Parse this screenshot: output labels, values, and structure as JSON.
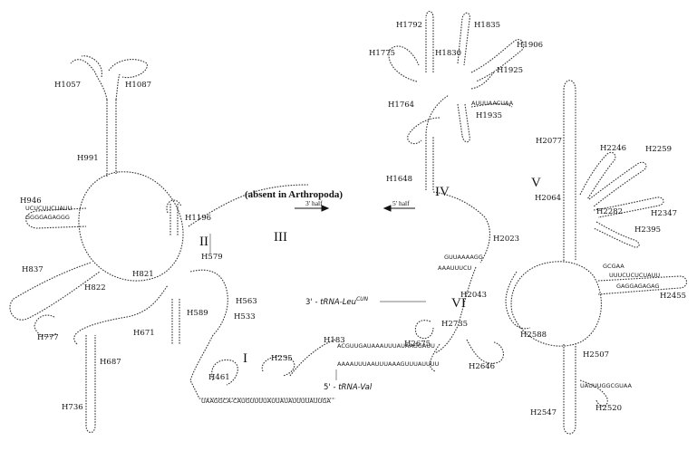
{
  "labels": [
    {
      "id": "H1057",
      "text": "H1057"
    },
    {
      "id": "H1087",
      "text": "H1087"
    },
    {
      "id": "H991",
      "text": "H991"
    },
    {
      "id": "H946",
      "text": "H946"
    },
    {
      "id": "H1196",
      "text": "H1196"
    },
    {
      "id": "H579",
      "text": "H579"
    },
    {
      "id": "H821",
      "text": "H821"
    },
    {
      "id": "H822",
      "text": "H822"
    },
    {
      "id": "H837",
      "text": "H837"
    },
    {
      "id": "H777",
      "text": "H777"
    },
    {
      "id": "H671",
      "text": "H671"
    },
    {
      "id": "H589",
      "text": "H589"
    },
    {
      "id": "H563",
      "text": "H563"
    },
    {
      "id": "H533",
      "text": "H533"
    },
    {
      "id": "H687",
      "text": "H687"
    },
    {
      "id": "H736",
      "text": "H736"
    },
    {
      "id": "H461",
      "text": "H461"
    },
    {
      "id": "H235",
      "text": "H235"
    },
    {
      "id": "H183",
      "text": "H183"
    },
    {
      "id": "H1792",
      "text": "H1792"
    },
    {
      "id": "H1835",
      "text": "H1835"
    },
    {
      "id": "H1775",
      "text": "H1775"
    },
    {
      "id": "H1830",
      "text": "H1830"
    },
    {
      "id": "H1906",
      "text": "H1906"
    },
    {
      "id": "H1925",
      "text": "H1925"
    },
    {
      "id": "H1764",
      "text": "H1764"
    },
    {
      "id": "H1935",
      "text": "H1935"
    },
    {
      "id": "H1648",
      "text": "H1648"
    },
    {
      "id": "H2077",
      "text": "H2077"
    },
    {
      "id": "H2246",
      "text": "H2246"
    },
    {
      "id": "H2259",
      "text": "H2259"
    },
    {
      "id": "H2064",
      "text": "H2064"
    },
    {
      "id": "H2282",
      "text": "H2282"
    },
    {
      "id": "H2347",
      "text": "H2347"
    },
    {
      "id": "H2395",
      "text": "H2395"
    },
    {
      "id": "H2023",
      "text": "H2023"
    },
    {
      "id": "H2043",
      "text": "H2043"
    },
    {
      "id": "H2455",
      "text": "H2455"
    },
    {
      "id": "H2735",
      "text": "H2735"
    },
    {
      "id": "H2675",
      "text": "H2675"
    },
    {
      "id": "H2588",
      "text": "H2588"
    },
    {
      "id": "H2646",
      "text": "H2646"
    },
    {
      "id": "H2507",
      "text": "H2507"
    },
    {
      "id": "H2547",
      "text": "H2547"
    },
    {
      "id": "H2520",
      "text": "H2520"
    }
  ],
  "domains": {
    "I": "I",
    "II": "II",
    "III": "III",
    "IV": "IV",
    "V": "V",
    "VI": "VI"
  },
  "annotations": {
    "absent": "(absent in Arthropoda)",
    "half3": "3' half",
    "half5": "5' half"
  },
  "trna": {
    "leu_prefix": "3' - ",
    "leu_name": "tRNA-Leu",
    "leu_sup": "CUN",
    "val_prefix": "5' - ",
    "val_name": "tRNA-Val"
  },
  "sequences": {
    "s1": "ACGUUGAUAAAUUUAUAAGGAUU",
    "s2": "AAAAUUUAAUUUAAAGUUUAUUUU",
    "s3": "UAAGGCA-CAUGUUUUAUUAUAUUUUAUUGA",
    "s4": "GGGGAGAGGG",
    "s5": "UCUCUUCUAUU",
    "s6": "UUUCUCUCUAUU",
    "s7": "GAGGAGAGAG",
    "s8": "AUUUAACUAA",
    "s9": "AAAUUUCU",
    "s10": "GUUAAAAGG",
    "s11": "GCGAA",
    "s12": "UAUUUGGCGUAA"
  }
}
